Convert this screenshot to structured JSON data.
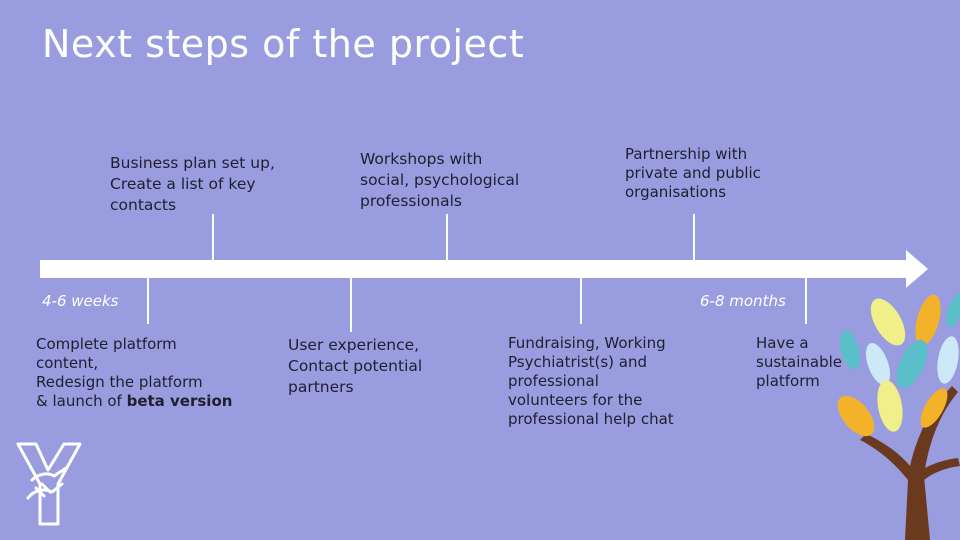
{
  "slide": {
    "title": "Next steps of the project"
  },
  "timeline": {
    "start_label": "4-6 weeks",
    "end_label": "6-8 months",
    "above": [
      {
        "text": "Business plan set up,\nCreate a list of key\ncontacts"
      },
      {
        "text": "Workshops with\nsocial, psychological\nprofessionals"
      },
      {
        "text": "Partnership with\nprivate and public\norganisations"
      }
    ],
    "below": [
      {
        "text": "Complete platform\ncontent,\nRedesign the platform\n& launch of ",
        "bold": "beta version"
      },
      {
        "text": "User experience,\nContact potential\npartners"
      },
      {
        "text": "Fundraising, Working\nPsychiatrist(s) and\nprofessional\nvolunteers for the\nprofessional help chat"
      },
      {
        "text": "Have a\nsustainable\nplatform"
      }
    ]
  },
  "colors": {
    "background": "#999ddf",
    "axis": "#ffffff",
    "text": "#1f1f2e",
    "leaf_teal": "#5bbfc9",
    "leaf_yellow": "#f0ef8a",
    "leaf_orange": "#f4b22a",
    "leaf_light": "#cde8f6",
    "trunk": "#6b3a1e"
  },
  "icons": {
    "logo": "handshake-y-logo",
    "decoration": "tree-illustration"
  }
}
